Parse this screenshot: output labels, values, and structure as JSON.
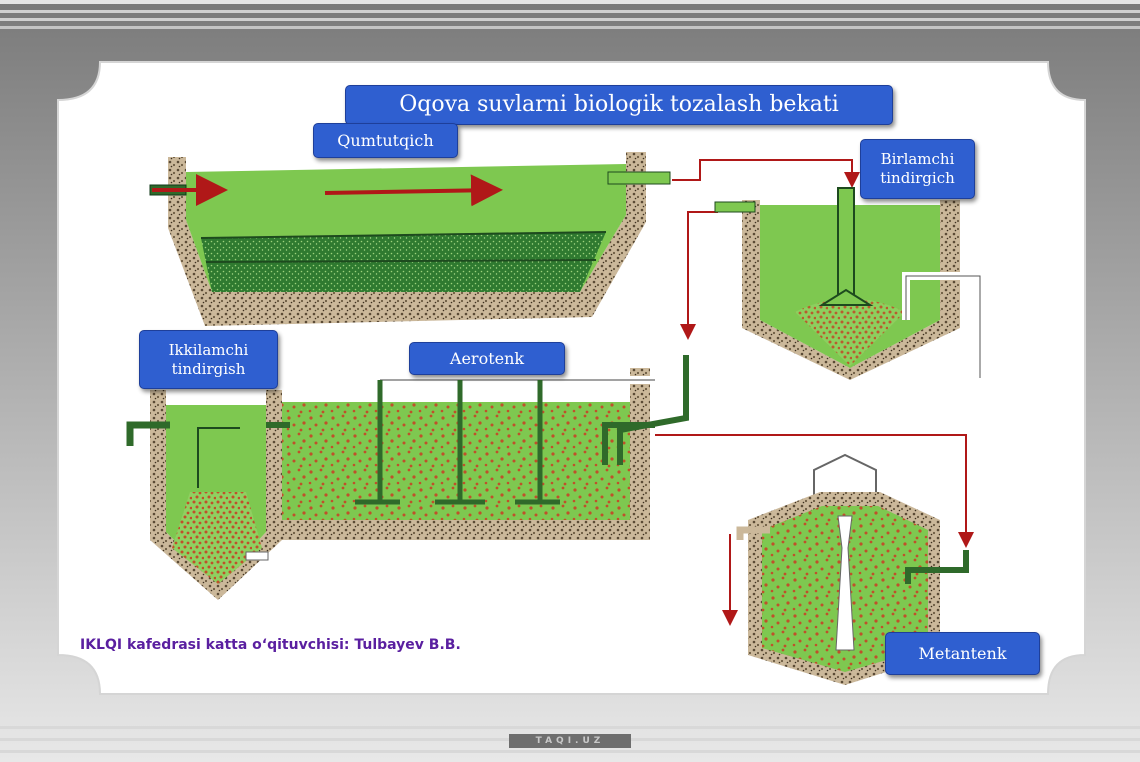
{
  "title": "Oqova suvlarni biologik tozalash bekati",
  "labels": {
    "qumtutqich": "Qumtutqich",
    "birlamchi_line1": "Birlamchi",
    "birlamchi_line2": "tindirgich",
    "ikkilamchi_line1": "Ikkilamchi",
    "ikkilamchi_line2": "tindirgish",
    "aerotenk": "Aerotenk",
    "metantenk": "Metantenk"
  },
  "author": "IKLQI kafedrasi katta o‘qituvchisi: Tulbayev B.B.",
  "footer": "TAQI.UZ",
  "colors": {
    "water": "#7ec850",
    "sediment": "#2f7a30",
    "wall": "#cbb89a",
    "arrow": "#b01818",
    "label_bg": "#2f5fd0",
    "author_text": "#5a1fa0"
  }
}
